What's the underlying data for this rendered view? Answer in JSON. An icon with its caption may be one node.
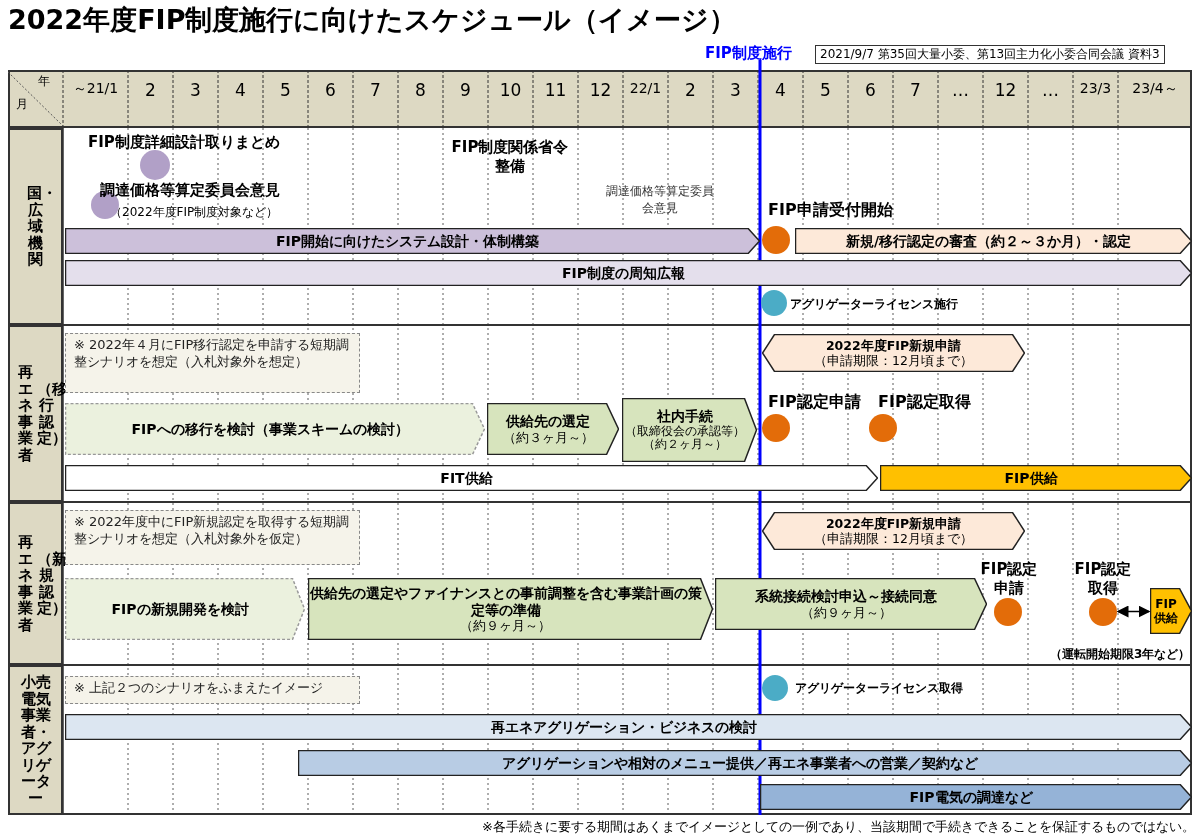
{
  "diagram": {
    "title": "2022年度FIP制度施行に向けたスケジュール（イメージ）",
    "caption": "※各手続きに要する期間はあくまでイメージとしての一例であり、当該期間で手続きできることを保証するものではない。",
    "nodes": [
      {
        "text": [
          "国・広域機関"
        ]
      },
      {
        "text": [],
        "shape": "circle",
        "beside": [
          "FIP制度詳細設計取りまとめ"
        ]
      },
      {
        "text": [],
        "shape": "circle",
        "beside": [
          "調達価格等算定委員会意見",
          "（2022年度FIP制度対象など）"
        ]
      },
      {
        "text": [
          "FIP開始に向けたシステム設計・体制構築"
        ]
      },
      {
        "text": [],
        "shape": "circle",
        "beside": [
          "FIP申請受付開始"
        ]
      },
      {
        "text": [
          "**新規/移行認定の審査**（約２～３か月）**・認定**"
        ]
      },
      {
        "text": [
          "FIP制度の周知広報"
        ]
      },
      {
        "text": [],
        "shape": "circle",
        "beside": [
          "アグリゲーターライセンス施行"
        ]
      },
      {
        "text": [
          "再エネ事業者",
          "（移行認定）"
        ]
      },
      {
        "text": [
          "※ 2022年４月にFIP移行認定を申請する短期調整シナリオを想定（入札対象外を想定）"
        ]
      },
      {
        "text": [
          "2022年度FIP新規申請",
          "（申請期限：12月頃まで）"
        ]
      },
      {
        "text": [
          "FIPへの移行を検討（事業スキームの検討）"
        ]
      },
      {
        "text": [
          "供給先の選定",
          "（約３ヶ月～）"
        ]
      },
      {
        "text": [
          "社内手続",
          "（取締役会の承認等）",
          "（約２ヶ月～）"
        ]
      },
      {
        "text": [],
        "shape": "circle",
        "beside": [
          "FIP認定申請"
        ]
      },
      {
        "text": [],
        "shape": "circle",
        "beside": [
          "FIP認定取得"
        ]
      },
      {
        "text": [
          "FIT供給"
        ]
      },
      {
        "text": [
          "FIP供給"
        ]
      },
      {
        "text": [
          "再エネ事業者",
          "（新規認定）"
        ]
      },
      {
        "text": [
          "※ 2022年度中にFIP新規認定を取得する短期調整シナリオを想定（入札対象外を仮定）"
        ]
      },
      {
        "text": [
          "2022年度FIP新規申請",
          "（申請期限：12月頃まで）"
        ]
      },
      {
        "text": [
          "FIPの新規開発を検討"
        ]
      },
      {
        "text": [
          "供給先の選定やファイナンスとの事前調整を含む事業計画の策定等の準備",
          "（約９ヶ月～）"
        ]
      },
      {
        "text": [
          "系統接続検討申込～接続同意",
          "（約９ヶ月～）"
        ]
      },
      {
        "text": [],
        "shape": "circle",
        "beside": [
          "FIP認定申請"
        ]
      },
      {
        "text": [],
        "shape": "circle",
        "beside": [
          "FIP認定取得"
        ]
      },
      {
        "text": [
          "FIP供給"
        ]
      },
      {
        "text": [
          "小売電気事業者・アグリゲーター"
        ]
      },
      {
        "text": [
          "※ 上記２つのシナリオをふまえたイメージ"
        ]
      },
      {
        "text": [],
        "shape": "circle",
        "beside": [
          "アグリゲーターライセンス取得"
        ]
      },
      {
        "text": [
          "再エネアグリゲーション・ビジネスの検討"
        ]
      },
      {
        "text": [
          "アグリゲーションや相対のメニュー提供／再エネ事業者への営業／契約など"
        ]
      },
      {
        "text": [
          "FIP電気の調達など"
        ]
      }
    ],
    "edges": [
      {
        "from": 25,
        "to": 26,
        "arrow": "both"
      }
    ],
    "labels": [
      "FIP制度施行",
      "2021/9/7 第35回大量小委、第13回主力化小委合同会議 資料3",
      "年",
      "月",
      "～21/1",
      "2",
      "3",
      "4",
      "5",
      "6",
      "7",
      "8",
      "9",
      "10",
      "11",
      "12",
      "22/1",
      "2",
      "3",
      "4",
      "5",
      "6",
      "7",
      "…",
      "12",
      "…",
      "23/3",
      "23/4～",
      "FIP制度関係省令整備",
      "調達価格等算定委員会意見",
      "（運転開始期限3年など）"
    ]
  }
}
